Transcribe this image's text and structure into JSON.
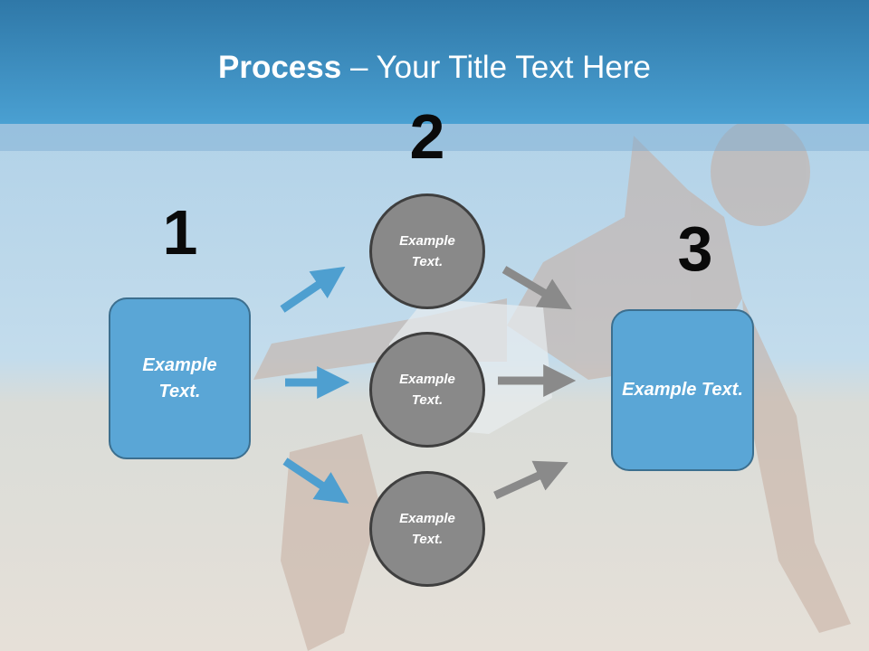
{
  "slide": {
    "title_bold": "Process",
    "title_rest": " – Your Title Text Here",
    "steps": {
      "one": "1",
      "two": "2",
      "three": "3"
    },
    "start_box": {
      "text": "Example Text."
    },
    "end_box": {
      "text": "Example Text."
    },
    "circles": [
      {
        "text": "Example Text."
      },
      {
        "text": "Example Text."
      },
      {
        "text": "Example Text."
      }
    ]
  },
  "colors": {
    "header": "#4aa0d2",
    "box_fill": "#5aa6d6",
    "circle_fill": "#898989",
    "blue_arrow": "#4e9fd0",
    "gray_arrow": "#8a8a8a"
  },
  "icons": [
    "arrow-icon"
  ]
}
